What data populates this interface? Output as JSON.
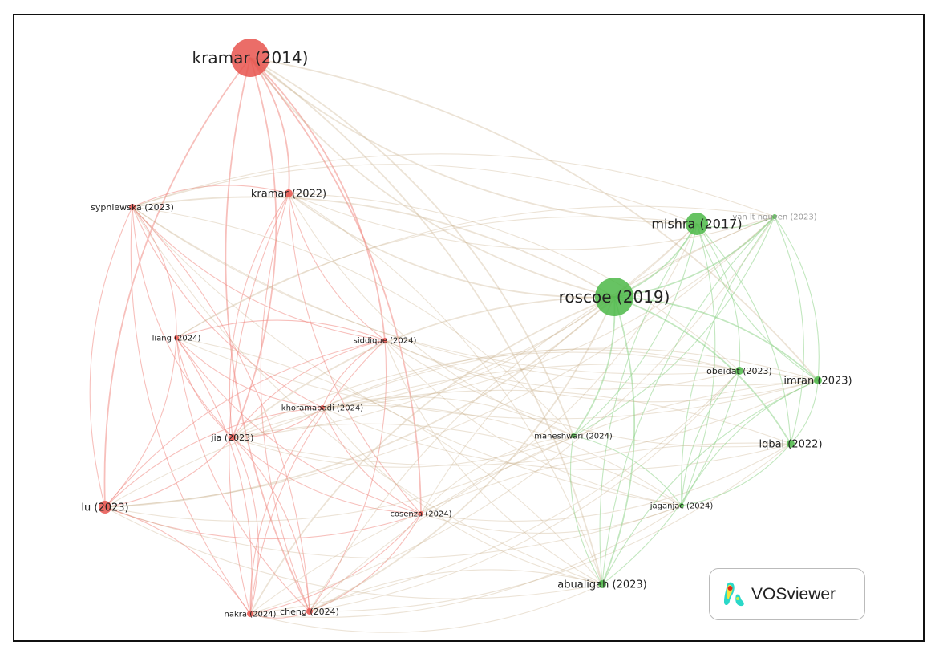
{
  "colors": {
    "cluster_red": "#e8544e",
    "cluster_green": "#4cb848",
    "edge_red": "#f08a84",
    "edge_green": "#8fd48a"
  },
  "nodes": [
    {
      "id": "kramar2014",
      "label": "kramar (2014)",
      "cluster": "red"
    },
    {
      "id": "kramar2022",
      "label": "kramar (2022)",
      "cluster": "red"
    },
    {
      "id": "sypniewska",
      "label": "sypniewska (2023)",
      "cluster": "red"
    },
    {
      "id": "liang",
      "label": "liang (2024)",
      "cluster": "red"
    },
    {
      "id": "siddique",
      "label": "siddique (2024)",
      "cluster": "red"
    },
    {
      "id": "khoramabadi",
      "label": "khoramabadi (2024)",
      "cluster": "red"
    },
    {
      "id": "jia",
      "label": "jia (2023)",
      "cluster": "red"
    },
    {
      "id": "lu",
      "label": "lu (2023)",
      "cluster": "red"
    },
    {
      "id": "cosenza",
      "label": "cosenza (2024)",
      "cluster": "red"
    },
    {
      "id": "nakra",
      "label": "nakra (2024)",
      "cluster": "red"
    },
    {
      "id": "cheng",
      "label": "cheng (2024)",
      "cluster": "red"
    },
    {
      "id": "roscoe",
      "label": "roscoe (2019)",
      "cluster": "green"
    },
    {
      "id": "mishra",
      "label": "mishra (2017)",
      "cluster": "green"
    },
    {
      "id": "nguyen",
      "label": "van lt nguyen (2023)",
      "cluster": "green"
    },
    {
      "id": "obeidat",
      "label": "obeidat (2023)",
      "cluster": "green"
    },
    {
      "id": "imran",
      "label": "imran (2023)",
      "cluster": "green"
    },
    {
      "id": "iqbal",
      "label": "iqbal (2022)",
      "cluster": "green"
    },
    {
      "id": "maheshwari",
      "label": "maheshwari (2024)",
      "cluster": "green"
    },
    {
      "id": "jaganjac",
      "label": "jaganjac (2024)",
      "cluster": "green"
    },
    {
      "id": "abualigah",
      "label": "abualigah (2023)",
      "cluster": "green"
    }
  ],
  "logo": {
    "text": "VOSviewer"
  }
}
